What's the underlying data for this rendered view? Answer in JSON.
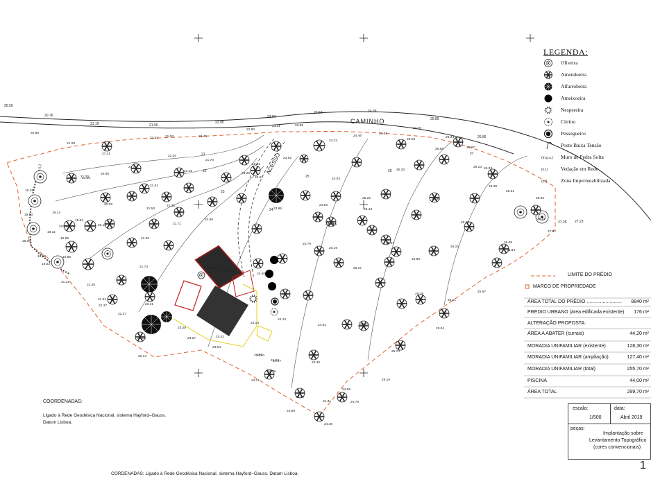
{
  "road_label": "CAMINHO",
  "access_label": "ACESSO",
  "legend": {
    "title": "LEGENDA:",
    "items": [
      {
        "label": "Oliveira",
        "icon": "olive-tree-icon"
      },
      {
        "label": "Amendoeira",
        "icon": "almond-tree-icon"
      },
      {
        "label": "Alfarrobeira",
        "icon": "carob-tree-icon"
      },
      {
        "label": "Ameixoeira",
        "icon": "plum-tree-icon"
      },
      {
        "label": "Nespereira",
        "icon": "loquat-tree-icon"
      },
      {
        "label": "Citrino",
        "icon": "citrus-tree-icon"
      },
      {
        "label": "Pessegueiro",
        "icon": "peach-tree-icon"
      },
      {
        "label": "Poste Baixa Tensão",
        "icon": "power-pole-icon"
      },
      {
        "label": "Muro de Pedra Solta",
        "icon": "stone-wall-icon"
      },
      {
        "label": "Vedação em Rede",
        "icon": "fence-icon"
      },
      {
        "label": "Zona Impermeabilizada",
        "icon": "impermeable-zone-icon"
      }
    ],
    "icon_codes": {
      "stone_wall": "(m.p.s.)",
      "fence": "(v.r.)",
      "impermeable": "(z.i)"
    }
  },
  "property_limit_label": "LIMITE DO PRÉDIO",
  "property_marker_label": "MARCO DE PROPRIEDADE",
  "areas": [
    {
      "label": "ÁREA TOTAL DO PRÉDIO",
      "value": "8840 m²"
    },
    {
      "label": "PRÉDIO URBANO (área edificada existente)",
      "value": "176 m²"
    }
  ],
  "alteration_title": "ALTERAÇÃO PROPOSTA:",
  "alterations": [
    {
      "label": "ÁREA A ABATER (currais)",
      "value": "44,20 m²"
    },
    {
      "label": "MORADIA UNIFAMILIAR (existente)",
      "value": "128,30 m²"
    },
    {
      "label": "MORADIA UNIFAMILIAR (ampliação)",
      "value": "127,40 m²"
    },
    {
      "label": "MORADIA UNIFAMILIAR (total)",
      "value": "255,70 m²"
    },
    {
      "label": "PISCINA",
      "value": "44,00 m²"
    },
    {
      "label": "ÁREA TOTAL",
      "value": "299,70 m²"
    }
  ],
  "titleblock": {
    "scale_label": "escala:",
    "scale_value": "1/500",
    "date_label": "data:",
    "date_value": "Abril 2019",
    "pieces_label": "peças:",
    "pieces_lines": [
      "Implantação sobre",
      "Levantamento Topográfico",
      "(cores convencionais)"
    ],
    "sheet_number": "1"
  },
  "coordinates": {
    "title": "COORDENADAS:",
    "lines": [
      "Ligado à Rede Geodésica Nacional, sistema Hayford–Gauss.",
      "Datum Lisboa."
    ],
    "footer": "CORDENADAS: Ligado à Rede Geodésica Nacional, sistema Hayford–Gauss. Datum Lisboa."
  },
  "road_elevations": [
    "20.50",
    "20.76",
    "21.19",
    "21.50",
    "22.05",
    "22.81",
    "23.53",
    "24.36",
    "25.89",
    "26.86",
    "27.25",
    "27.23"
  ],
  "spot_elevations": [
    "20.88",
    "21.09",
    "27.41",
    "21.26",
    "21.52",
    "21.93",
    "22.45",
    "22.90",
    "23.31",
    "23.89",
    "24.22",
    "24.46",
    "24.63",
    "25.28",
    "24.70",
    "25.56",
    "26.34",
    "26.67",
    "26.23",
    "26.33",
    "26.38",
    "26.01",
    "26.60",
    "26.81",
    "27.32",
    "26.09",
    "26.84",
    "26.25",
    "26.22",
    "25.86",
    "25.33",
    "25.22",
    "25.43",
    "25.01",
    "25.88",
    "24.53",
    "24.79",
    "25.27",
    "24.03",
    "24.75",
    "24.88",
    "25.19",
    "23.95",
    "23.82",
    "23.61",
    "23.52",
    "23.25",
    "22.80",
    "22.59",
    "21.70",
    "22.20",
    "21.18",
    "21.35",
    "21.71",
    "21.53",
    "21.76",
    "21.51",
    "21.08",
    "21.73",
    "20.12",
    "19.64",
    "20.06",
    "20.08",
    "20.85",
    "19.86",
    "19.85",
    "21.30",
    "21.32",
    "21.45",
    "21.61",
    "22.37",
    "22.27",
    "22.31",
    "22.23",
    "22.14",
    "23.27",
    "23.28",
    "23.64",
    "24.42",
    "24.14",
    "24.43",
    "24.10",
    "24.40",
    "23.64",
    "24.62",
    "25.23",
    "25.70",
    "25.16",
    "24.35",
    "24.82",
    "24.00",
    "24.67",
    "24.39",
    "24.11",
    "24.20",
    "24.31",
    "24.65",
    "24.76",
    "23.89",
    "24.38",
    "25.78",
    "26.21",
    "25.04",
    "25.97",
    "19.18",
    "18.93",
    "19.11",
    "18.30",
    "19.14",
    "19.09",
    "18.53"
  ],
  "curves": [
    "21",
    "22",
    "23",
    "24",
    "25",
    "26",
    "27"
  ]
}
